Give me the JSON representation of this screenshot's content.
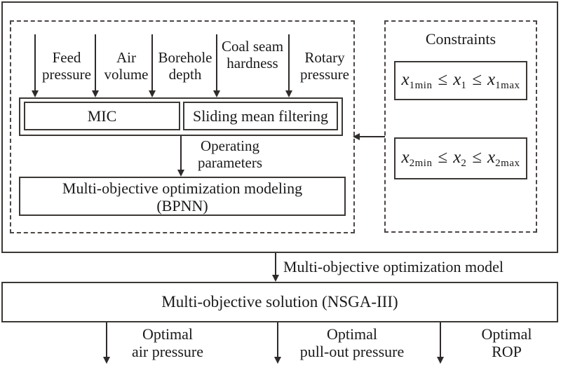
{
  "figure": {
    "inputs": [
      "Feed pressure",
      "Air volume",
      "Borehole depth",
      "Coal seam hardness",
      "Rotary pressure"
    ],
    "mic_label": "MIC",
    "sliding_label": "Sliding mean filtering",
    "operating_label": "Operating parameters",
    "bpnn": {
      "line1": "Multi-objective optimization modeling",
      "line2": "(BPNN)"
    },
    "constraints": {
      "title": "Constraints",
      "c1": {
        "v": "x",
        "s1": "1min",
        "le1": "≤",
        "s2": "1",
        "le2": "≤",
        "s3": "1max"
      },
      "c2": {
        "v": "x",
        "s1": "2min",
        "le1": "≤",
        "s2": "2",
        "le2": "≤",
        "s3": "2max"
      }
    },
    "model_arrow_label": "Multi-objective optimization model",
    "nsga_label": "Multi-objective solution (NSGA-III)",
    "outputs": [
      {
        "line1": "Optimal",
        "line2": "air pressure"
      },
      {
        "line1": "Optimal",
        "line2": "pull-out pressure"
      },
      {
        "line1": "Optimal",
        "line2": "ROP"
      }
    ]
  },
  "colors": {
    "line": "#3b3735",
    "text": "#1a1a1a",
    "background": "#ffffff"
  }
}
